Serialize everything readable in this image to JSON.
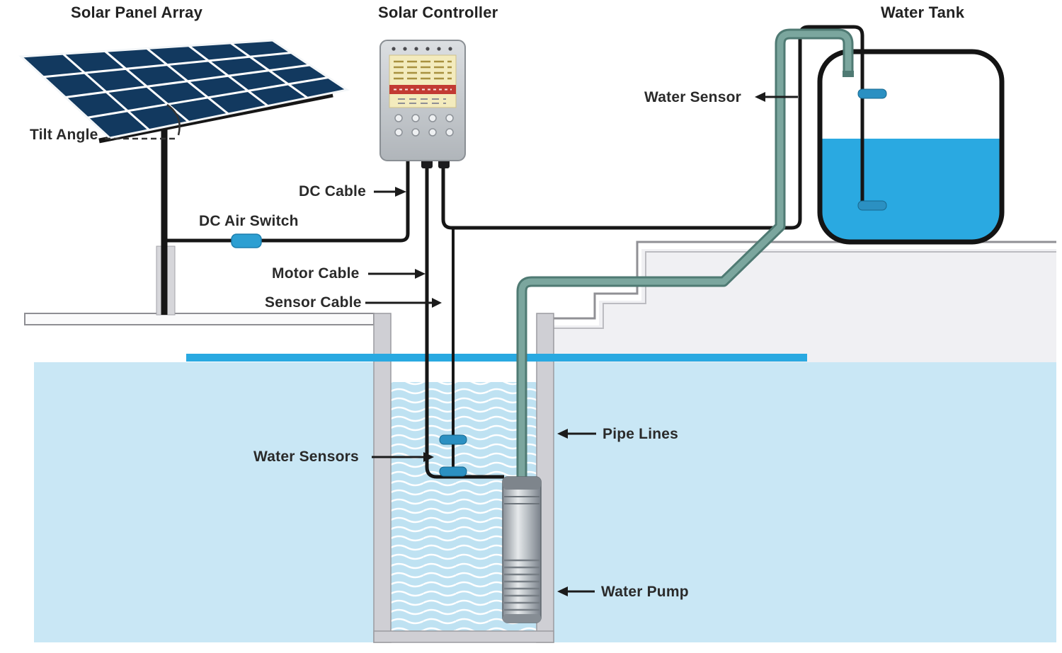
{
  "titles": {
    "solar_panel_array": "Solar Panel Array",
    "solar_controller": "Solar Controller",
    "water_tank": "Water Tank"
  },
  "callouts": {
    "tilt_angle": "Tilt Angle",
    "dc_cable": "DC Cable",
    "dc_air_switch": "DC Air Switch",
    "motor_cable": "Motor Cable",
    "sensor_cable": "Sensor Cable",
    "water_sensor": "Water Sensor",
    "water_sensors": "Water Sensors",
    "pipe_lines": "Pipe Lines",
    "water_pump": "Water Pump"
  },
  "colors": {
    "tank_water": "#2aa9e1",
    "water_level_line": "#29a9e1",
    "groundwater": "#c9e7f5",
    "well_water": "#bfe2f2",
    "pipe_teal": "#6f9a93",
    "panel_navy": "#12395f",
    "switch_blue": "#2d9fd2",
    "sensor_blue": "#2b90c2",
    "alarm_red": "#c23a33",
    "controller_display": "#f3ebbd"
  }
}
